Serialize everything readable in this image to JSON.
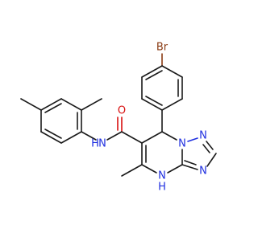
{
  "labels": {
    "br": "Br",
    "o": "O",
    "nh_amide_h": "H",
    "nh_amide_n": "N",
    "n1": "N",
    "n2": "N",
    "n3": "N",
    "nh_ring_n": "N",
    "nh_ring_h": "H"
  },
  "colors": {
    "carbon": "#1a1a1a",
    "nitrogen": "#1f2fe0",
    "oxygen": "#d81010",
    "bromine": "#8a3a12"
  }
}
